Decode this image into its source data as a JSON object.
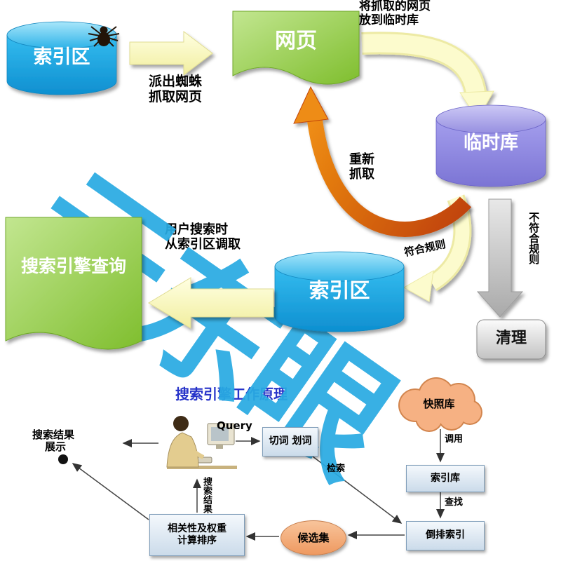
{
  "colors": {
    "database_blue": "#1FA9E4",
    "temp_db_purple": "#8B84DC",
    "shape_green": "#8DC63F",
    "arrow_yellow": "#FBFACB",
    "arrow_orange": "#D9560B",
    "arrow_gray": "#C0C0C0",
    "watermark_blue": "#29ABE2",
    "flow_box_blue": "#DDE9F4",
    "flow_shape_orange": "#F5AE80",
    "title_blue": "#2733C9"
  },
  "watermark": {
    "text": "云东眼"
  },
  "top_flow": {
    "index_db_1": {
      "label": "索引区"
    },
    "spider": {
      "icon": "spider-icon"
    },
    "crawl_note": {
      "line1": "派出蜘蛛",
      "line2": "抓取网页"
    },
    "webpage": {
      "label": "网页"
    },
    "store_note": {
      "line1": "将抓取的网页",
      "line2": "放到临时库"
    },
    "temp_db": {
      "label": "临时库"
    },
    "recrawl_note": {
      "line1": "重新",
      "line2": "抓取"
    },
    "match_label": "符合规则",
    "no_match_label": "不符合规则",
    "clean_box": {
      "label": "清理"
    },
    "index_db_2": {
      "label": "索引区"
    },
    "index_note": {
      "line1": "用户搜索时",
      "line2": "从索引区调取"
    },
    "query_doc": {
      "label": "搜索引擎查询"
    }
  },
  "bottom_flow": {
    "title": "搜索引擎工作原理",
    "query_label": "Query",
    "segment_box": {
      "label": "切词 划词"
    },
    "snapshot_cloud": {
      "label": "快照库"
    },
    "index_store_box": {
      "label": "索引库"
    },
    "inverted_index_box": {
      "label": "倒排索引"
    },
    "candidate_set": {
      "label": "候选集"
    },
    "rank_box": {
      "line1": "相关性及权重",
      "line2": "计算排序"
    },
    "result_note": {
      "line1": "搜索结果",
      "line2": "展示"
    },
    "return_label": "搜索结果",
    "call_label": "调用",
    "lookup_label": "查找",
    "retrieve_label": "检索"
  }
}
